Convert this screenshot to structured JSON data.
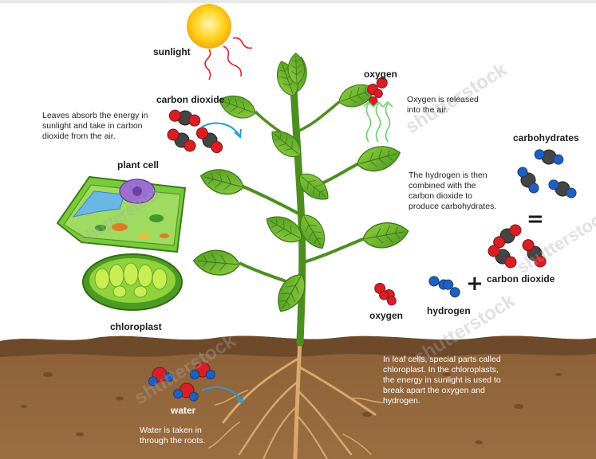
{
  "diagram": {
    "labels": {
      "sunlight": "sunlight",
      "oxygen_top": "oxygen",
      "carbon_dioxide_top": "carbon dioxide",
      "carbohydrates": "carbohydrates",
      "plant_cell": "plant cell",
      "chloroplast": "chloroplast",
      "equals": "=",
      "plus": "+",
      "carbon_dioxide_bottom": "carbon dioxide",
      "oxygen_bottom": "oxygen",
      "hydrogen": "hydrogen",
      "water": "water"
    },
    "notes": {
      "leaves": "Leaves absorb the energy in\nsunlight and take in carbon\ndioxide from the air.",
      "oxygen": "Oxygen is released\ninto the air.",
      "hydrogen": "The hydrogen is then\ncombined with the\ncarbon dioxide to\nproduce carbohydrates.",
      "chloroplast": "In leaf cells, special parts called\nchloroplast. In the chloroplasts,\nthe energy in sunlight is used to\nbreak apart the oxygen and\nhydrogen.",
      "water": "Water is taken in\nthrough the roots."
    },
    "watermark": "shutterstock",
    "colors": {
      "sun": "#ffd21f",
      "leaf": "#6fb52c",
      "leaf_dark": "#3f7f19",
      "stem": "#4d8f1f",
      "soil": "#8e623a",
      "soil_top": "#6e4a2a",
      "root": "#d9a66c",
      "carbon": "#444444",
      "oxygen_atom": "#d81f26",
      "hydrogen_atom": "#1f5fbf",
      "arrow": "#2e9ad0"
    }
  }
}
